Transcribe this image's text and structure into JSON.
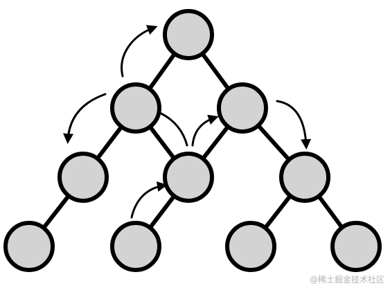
{
  "diagram": {
    "type": "binary-tree",
    "node_fill": "#d3d3d3",
    "node_stroke": "#000000",
    "edge_color": "#000000",
    "arrow_color": "#000000",
    "nodes": [
      {
        "id": "n1"
      },
      {
        "id": "n2"
      },
      {
        "id": "n3"
      },
      {
        "id": "n4"
      },
      {
        "id": "n5"
      },
      {
        "id": "n6"
      },
      {
        "id": "n7"
      },
      {
        "id": "n8"
      },
      {
        "id": "n9"
      },
      {
        "id": "n10"
      },
      {
        "id": "n11"
      }
    ],
    "edges": [
      {
        "from": "n1",
        "to": "n2"
      },
      {
        "from": "n1",
        "to": "n3"
      },
      {
        "from": "n2",
        "to": "n4"
      },
      {
        "from": "n2",
        "to": "n5"
      },
      {
        "from": "n3",
        "to": "n5"
      },
      {
        "from": "n3",
        "to": "n6"
      },
      {
        "from": "n4",
        "to": "n7"
      },
      {
        "from": "n5",
        "to": "n8"
      },
      {
        "from": "n6",
        "to": "n9"
      },
      {
        "from": "n6",
        "to": "n10"
      }
    ],
    "arrows": [
      {
        "id": "a1"
      },
      {
        "id": "a2"
      },
      {
        "id": "a3"
      },
      {
        "id": "a4"
      },
      {
        "id": "a5"
      },
      {
        "id": "a6"
      }
    ]
  },
  "watermark": {
    "text": "@稀土掘金技术社区"
  }
}
